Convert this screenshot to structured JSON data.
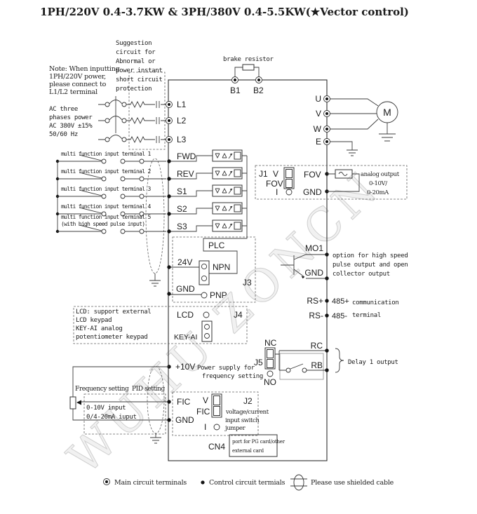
{
  "title": "1PH/220V 0.4-3.7KW & 3PH/380V 0.4-5.5KW(★Vector control)",
  "watermark": "WUHU ZONCN",
  "notes": {
    "suggestion_lines": [
      "Suggestion",
      "circuit for",
      "Abnormal or",
      "power instant",
      "short circuit",
      "protection"
    ],
    "input_note_lines": [
      "Note: When inputting",
      "1PH/220V power,",
      "please connect to",
      "L1/L2 terminal"
    ],
    "ac_power_lines": [
      "AC three",
      "phases power",
      "AC 380V ±15%",
      "50/60 Hz"
    ],
    "brake_resistor": "brake resistor",
    "multi_inputs": [
      "multi function input terminal 1",
      "multi function input terminal 2",
      "multi function input terminal 3",
      "multi function input terminal 4",
      "multi function input terminal 5"
    ],
    "multi_input5_extra": "(with high speed pulse input)",
    "analog_output_lines": [
      "analog output",
      "0-10V/",
      "0-20mA"
    ],
    "mo1_lines": [
      "option for high speed",
      "pulse output and open",
      "collector output"
    ],
    "comm_485_plus": "485+",
    "comm_485_minus": "485-",
    "comm_lines": [
      "communication",
      "terminal"
    ],
    "delay_output": "Delay 1 output",
    "lcd_note_lines": [
      "LCD: support external",
      "LCD keypad",
      "KEY-AI analog",
      "potentiometer keypad"
    ],
    "power_supply_lines": [
      "Power supply for",
      "frequency setting"
    ],
    "freq_setting": "Frequency setting",
    "pid_setting": "PID setting",
    "freq_inputs": [
      "0-10V input",
      "0/4-20mA iuput"
    ],
    "j2_note_lines": [
      "voltage/current",
      "input switch",
      "jumper"
    ],
    "cn4_note_lines": [
      "port for PG card/other",
      "external card"
    ]
  },
  "terminals": {
    "l1": "L1",
    "l2": "L2",
    "l3": "L3",
    "b1": "B1",
    "b2": "B2",
    "fwd": "FWD",
    "rev": "REV",
    "s1": "S1",
    "s2": "S2",
    "s3": "S3",
    "plc": "PLC",
    "v24": "24V",
    "gnd1": "GND",
    "lcd": "LCD",
    "key_ai": "KEY-AI",
    "v10": "+10V",
    "fic": "FIC",
    "gnd2": "GND",
    "cn4": "CN4",
    "u": "U",
    "v": "V",
    "w": "W",
    "e": "E",
    "motor": "M",
    "fov": "FOV",
    "gnd3": "GND",
    "mo1": "MO1",
    "gnd4": "GND",
    "rs_plus": "RS+",
    "rs_minus": "RS-",
    "nc": "NC",
    "no": "NO",
    "rc": "RC",
    "rb": "RB"
  },
  "jumpers": {
    "j1": "J1",
    "j1_v": "V",
    "j1_fov": "FOV",
    "j1_i": "I",
    "j2": "J2",
    "j2_v": "V",
    "j2_fic": "FIC",
    "j2_i": "I",
    "j3": "J3",
    "npn": "NPN",
    "pnp": "PNP",
    "j4": "J4",
    "j5": "J5"
  },
  "legend": {
    "main": "Main circuit terminals",
    "control": "Control circuit termials",
    "shield": "Please use shielded cable"
  }
}
